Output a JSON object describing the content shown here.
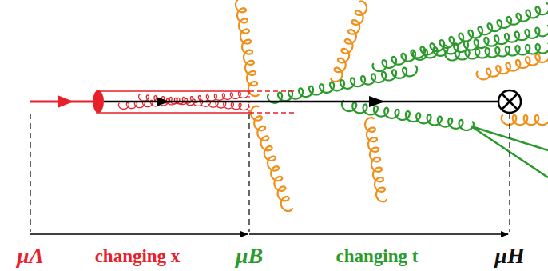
{
  "diagram": {
    "labels": [
      "μΛ",
      "changing x",
      "μB",
      "changing t",
      "μH"
    ]
  }
}
